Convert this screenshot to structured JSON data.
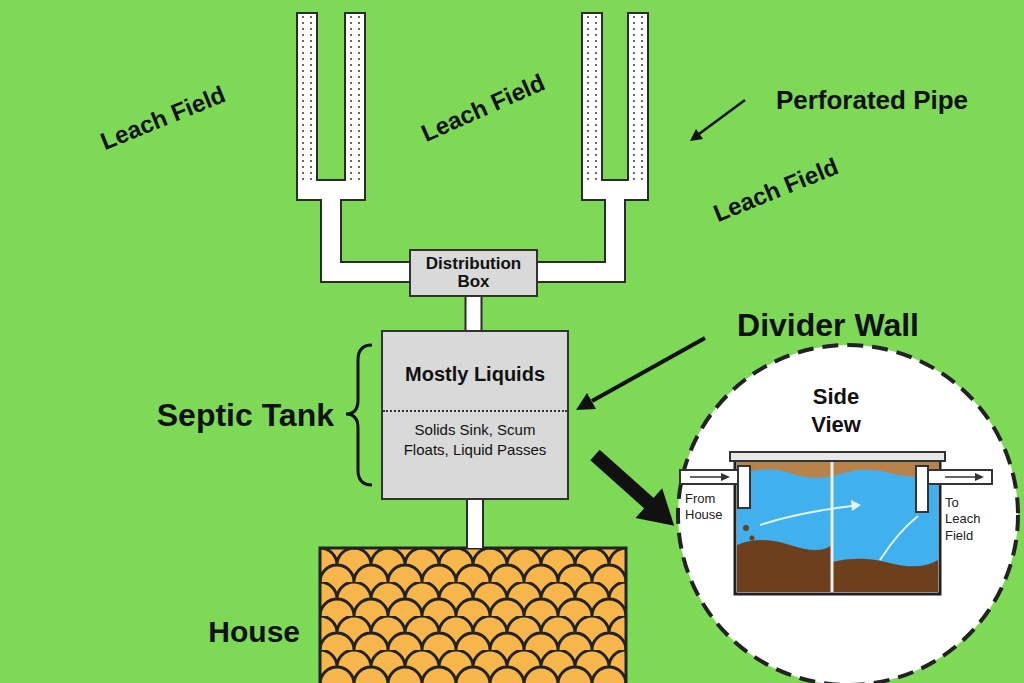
{
  "diagram": {
    "nodes": [
      {
        "text": [
          "Distribution Box"
        ]
      },
      {
        "text": [
          "Septic Tank",
          "Mostly Liquids",
          "Solids Sink, Scum Floats, Liquid Passes"
        ]
      },
      {
        "text": [
          "Side View",
          "From House",
          "To Leach Field"
        ]
      },
      {
        "text": [
          "House"
        ]
      }
    ],
    "edges": [
      {
        "from": 3,
        "to": 1,
        "arrow": "none"
      },
      {
        "from": 1,
        "to": 0,
        "arrow": "none"
      },
      {
        "from": 1,
        "to": 2,
        "arrow": "to"
      }
    ],
    "labels": [
      "Leach Field",
      "Leach Field",
      "Perforated Pipe",
      "Leach Field",
      "Divider Wall"
    ]
  }
}
